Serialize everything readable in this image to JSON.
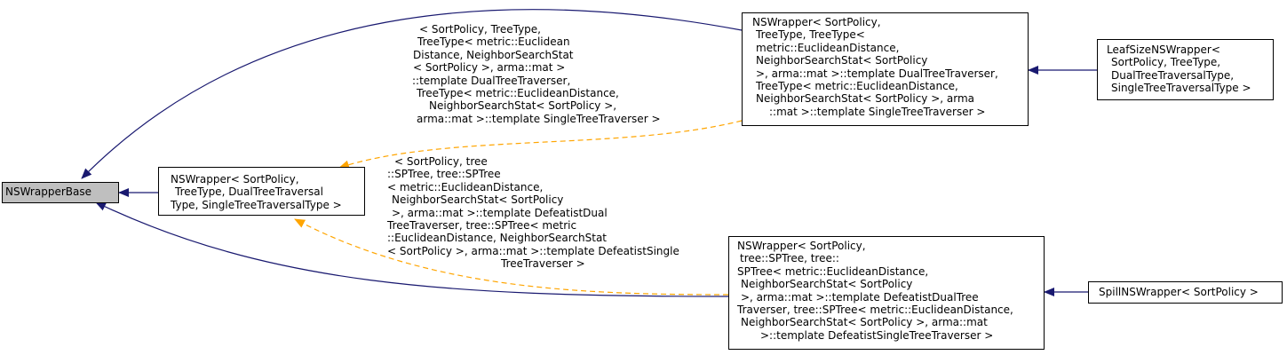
{
  "nodes": {
    "base": [
      "NSWrapperBase"
    ],
    "nswrapper": [
      "NSWrapper< SortPolicy,",
      "TreeType, DualTreeTraversal",
      "Type, SingleTreeTraversalType >"
    ],
    "nswrapper_dual": [
      "NSWrapper< SortPolicy,",
      "TreeType, TreeType<",
      "metric::EuclideanDistance,",
      "NeighborSearchStat< SortPolicy",
      ">, arma::mat >::template DualTreeTraverser,",
      "TreeType< metric::EuclideanDistance,",
      "NeighborSearchStat< SortPolicy >, arma",
      "::mat >::template SingleTreeTraverser >"
    ],
    "leafsize": [
      "LeafSizeNSWrapper<",
      "SortPolicy, TreeType,",
      "DualTreeTraversalType,",
      "SingleTreeTraversalType >"
    ],
    "nswrapper_sp": [
      "NSWrapper< SortPolicy,",
      "tree::SPTree, tree::",
      "SPTree< metric::EuclideanDistance,",
      "NeighborSearchStat< SortPolicy",
      ">, arma::mat >::template DefeatistDualTree",
      "Traverser, tree::SPTree< metric::EuclideanDistance,",
      "NeighborSearchStat< SortPolicy >, arma::mat",
      ">::template DefeatistSingleTreeTraverser >"
    ],
    "spill": [
      "SpillNSWrapper< SortPolicy >"
    ]
  },
  "edge_labels": {
    "top": [
      "< SortPolicy, TreeType,",
      "TreeType< metric::Euclidean",
      "Distance, NeighborSearchStat",
      "< SortPolicy >, arma::mat >",
      "::template DualTreeTraverser,",
      "TreeType< metric::EuclideanDistance,",
      "NeighborSearchStat< SortPolicy >,",
      "arma::mat >::template SingleTreeTraverser >"
    ],
    "bottom": [
      "< SortPolicy, tree",
      "::SPTree, tree::SPTree",
      "< metric::EuclideanDistance,",
      "NeighborSearchStat< SortPolicy",
      ">, arma::mat >::template DefeatistDual",
      "TreeTraverser, tree::SPTree< metric",
      "::EuclideanDistance, NeighborSearchStat",
      "< SortPolicy >, arma::mat >::template DefeatistSingle",
      "TreeTraverser >"
    ]
  },
  "colors": {
    "inheritance_edge": "#191970",
    "template_edge": "#ffa500",
    "highlight_fill": "#bfbfbf"
  }
}
